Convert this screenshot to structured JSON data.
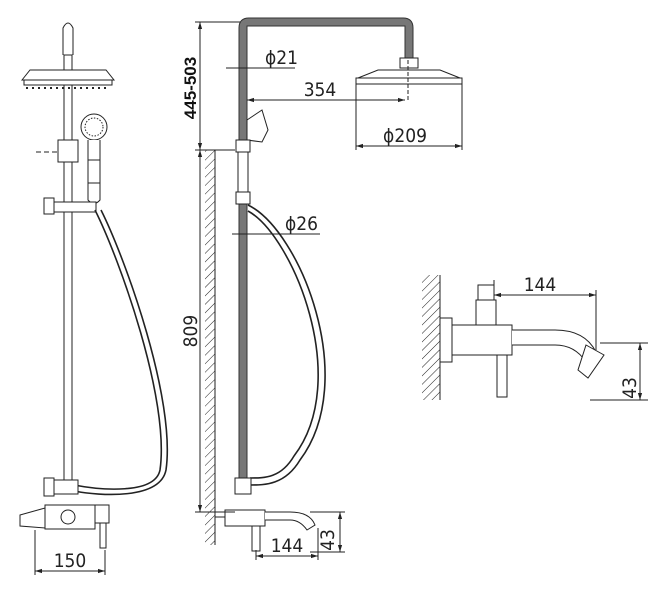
{
  "drawing": {
    "front_view": {
      "width_label": "150"
    },
    "side_view": {
      "pipe_diameter_label": "ϕ21",
      "arm_length_label": "354",
      "head_diameter_label": "ϕ209",
      "height_adjust_label": "445-503",
      "hose_diameter_label": "ϕ26",
      "rail_height_label": "809",
      "spout_length_label": "144",
      "spout_height_label": "43"
    },
    "detail_view": {
      "spout_length_label": "144",
      "spout_height_label": "43"
    }
  }
}
